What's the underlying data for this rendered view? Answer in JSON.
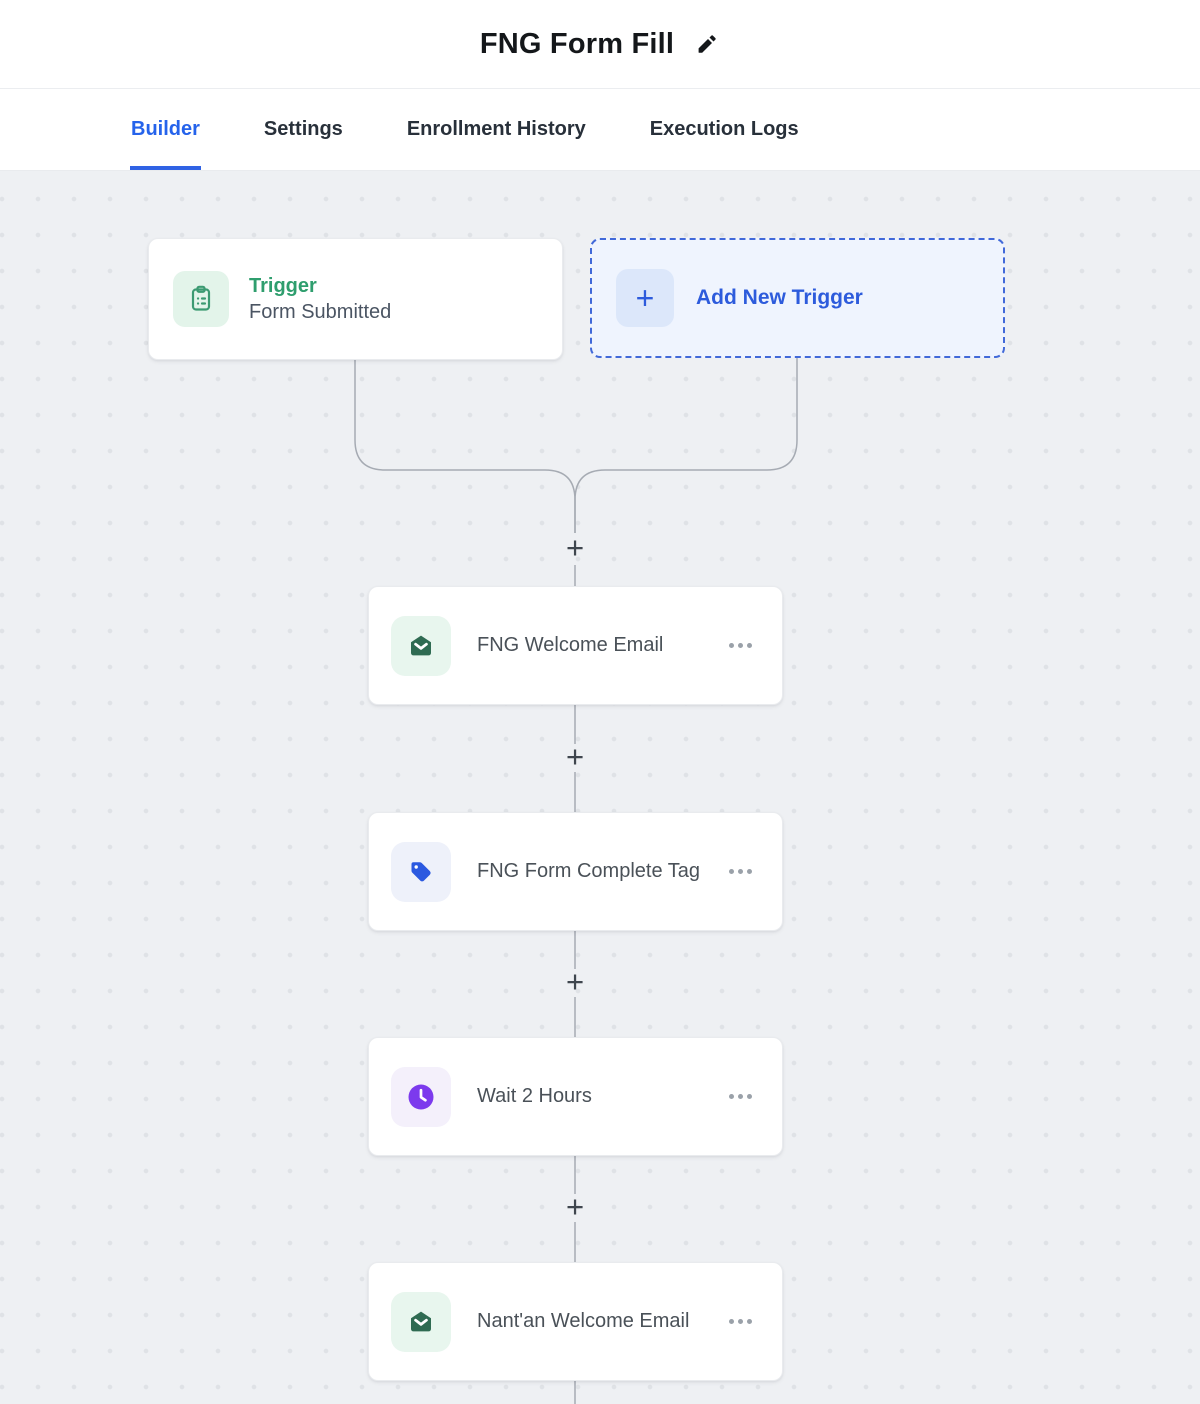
{
  "header": {
    "title": "FNG Form Fill"
  },
  "tabs": {
    "items": [
      {
        "label": "Builder",
        "active": true
      },
      {
        "label": "Settings",
        "active": false
      },
      {
        "label": "Enrollment History",
        "active": false
      },
      {
        "label": "Execution Logs",
        "active": false
      }
    ]
  },
  "workflow": {
    "trigger": {
      "type_label": "Trigger",
      "name": "Form Submitted",
      "icon": "clipboard-list-icon"
    },
    "add_trigger": {
      "label": "Add New Trigger",
      "icon": "plus-icon",
      "plus_symbol": "+"
    },
    "add_step_symbol": "+",
    "actions": [
      {
        "name": "FNG Welcome Email",
        "icon": "email-open-icon",
        "menu_icon": "more-options-icon"
      },
      {
        "name": "FNG Form Complete Tag",
        "icon": "tag-icon",
        "menu_icon": "more-options-icon"
      },
      {
        "name": "Wait 2 Hours",
        "icon": "clock-icon",
        "menu_icon": "more-options-icon"
      },
      {
        "name": "Nant'an Welcome Email",
        "icon": "email-open-icon",
        "menu_icon": "more-options-icon"
      }
    ]
  },
  "colors": {
    "tab_active_blue": "#2563eb",
    "accent_blue": "#2d5bdc",
    "trigger_green": "#2f9e6e",
    "email_icon_green": "#2f6b52",
    "tag_icon_blue": "#2b59e0",
    "clock_icon_purple": "#7c3aed",
    "connector_gray": "#a6abb3",
    "canvas_bg": "#eef0f3"
  }
}
